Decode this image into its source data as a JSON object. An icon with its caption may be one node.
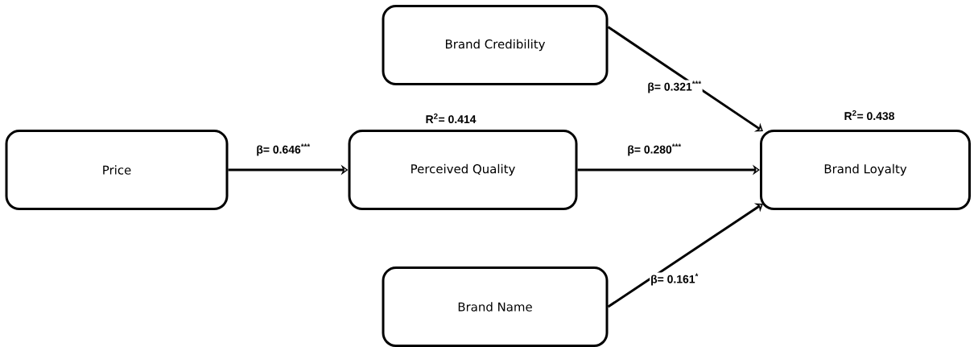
{
  "diagram": {
    "nodes": [
      {
        "text": [
          "Price"
        ]
      },
      {
        "text": [
          "Perceived Quality"
        ],
        "beside": [
          "R$^{2}$= 0.414"
        ]
      },
      {
        "text": [
          "Brand Credibility"
        ]
      },
      {
        "text": [
          "Brand Loyalty"
        ],
        "beside": [
          "R$^{2}$= 0.438"
        ]
      },
      {
        "text": [
          "Brand Name"
        ]
      }
    ],
    "edges": [
      {
        "from": 0,
        "to": 1,
        "arrow": "to",
        "label": "β= 0.646$^{***}$"
      },
      {
        "from": 1,
        "to": 3,
        "arrow": "to",
        "label": "β= 0.280$^{***}$"
      },
      {
        "from": 2,
        "to": 3,
        "arrow": "to",
        "label": "β= 0.321$^{***}$"
      },
      {
        "from": 4,
        "to": 3,
        "arrow": "to",
        "label": "β= 0.161$^{*}$"
      }
    ]
  }
}
